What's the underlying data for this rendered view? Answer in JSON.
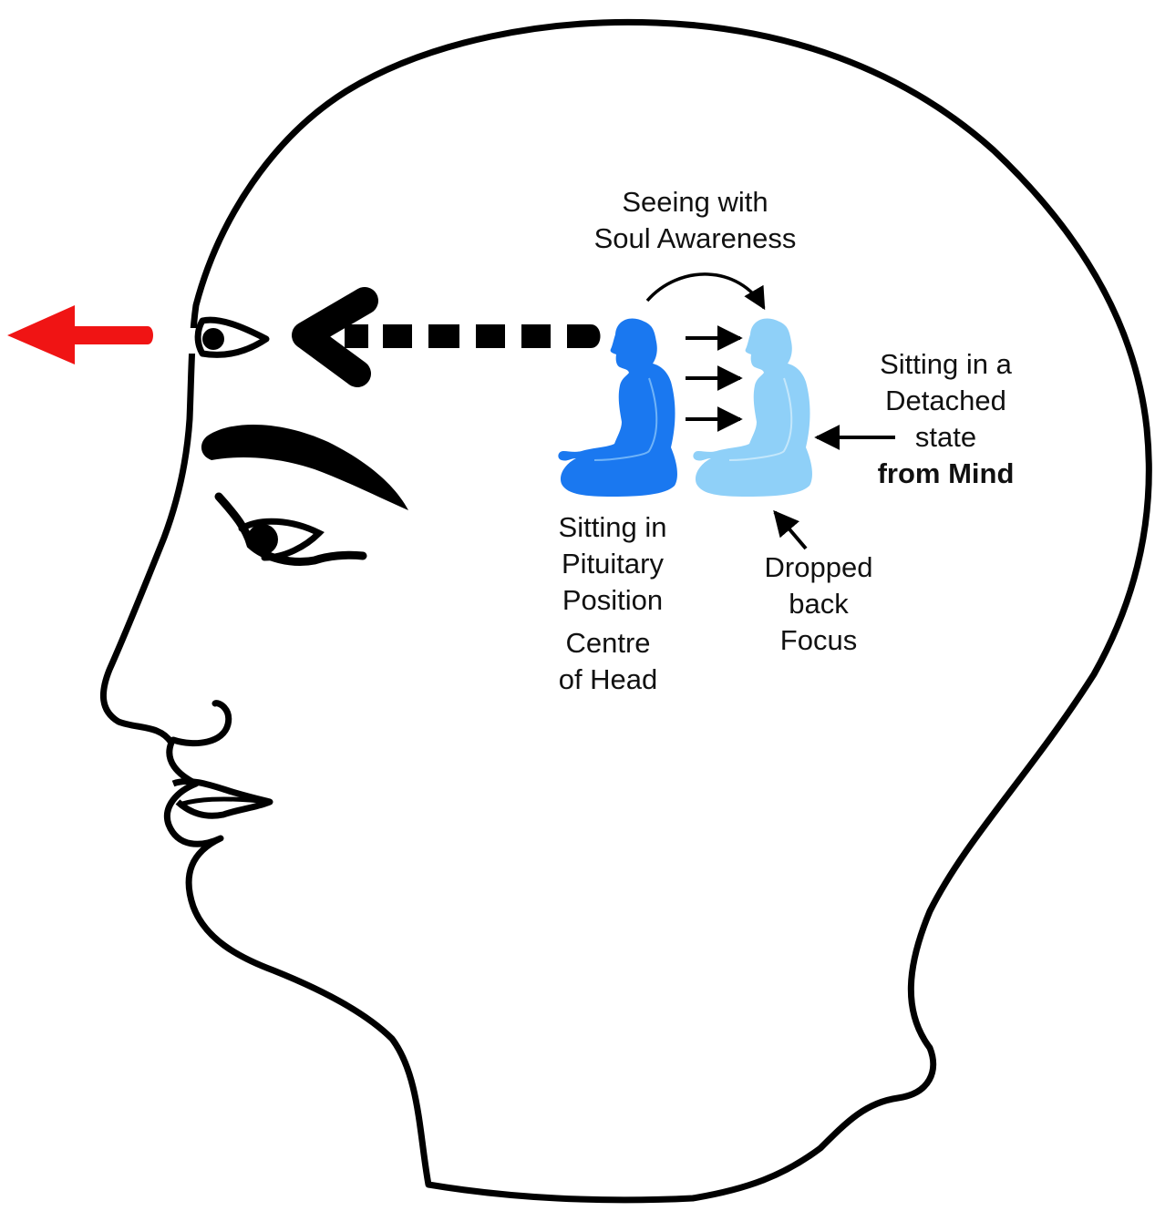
{
  "labels": {
    "soul_awareness": [
      "Seeing with",
      "Soul Awareness"
    ],
    "pituitary": [
      "Sitting in",
      "Pituitary",
      "Position"
    ],
    "centre": [
      "Centre",
      "of Head"
    ],
    "detached": [
      "Sitting in a",
      "Detached",
      "state"
    ],
    "detached_bold": "from Mind",
    "dropped": [
      "Dropped",
      "back",
      "Focus"
    ]
  },
  "colors": {
    "outline": "#000000",
    "outward_arrow": "#f01414",
    "figure_front": "#1a78f0",
    "figure_back": "#8fd0f8",
    "figure_back_line": "#c4e7fb"
  },
  "icons": {
    "outward_arrow": "arrow-left-icon",
    "figure_front": "meditating-person-icon",
    "figure_back": "meditating-person-icon"
  }
}
